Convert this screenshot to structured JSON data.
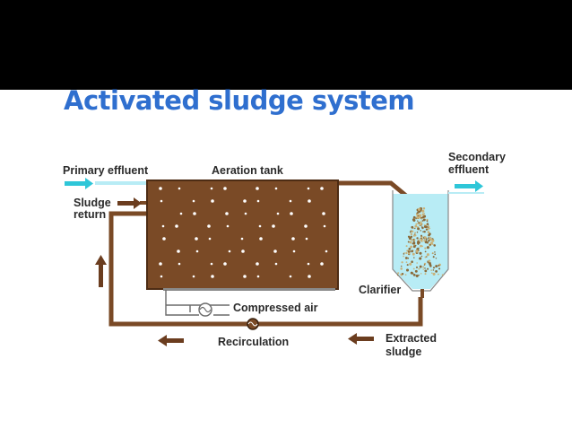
{
  "slide": {
    "title": "Activated sludge system"
  },
  "colors": {
    "top_bar": "#000000",
    "title": "#2f6fcf",
    "sludge": "#7a4a26",
    "water": "#b8ecf5",
    "arrow_cyan": "#2ec6d8",
    "arrow_brown": "#6b3d1f",
    "bubble": "#ffffff"
  },
  "diagram": {
    "labels": {
      "primary_effluent": "Primary effluent",
      "aeration_tank": "Aeration tank",
      "secondary_effluent_1": "Secondary",
      "secondary_effluent_2": "effluent",
      "sludge_return_1": "Sludge",
      "sludge_return_2": "return",
      "clarifier": "Clarifier",
      "compressed_air": "Compressed air",
      "recirculation": "Recirculation",
      "extracted_sludge_1": "Extracted",
      "extracted_sludge_2": "sludge"
    }
  }
}
